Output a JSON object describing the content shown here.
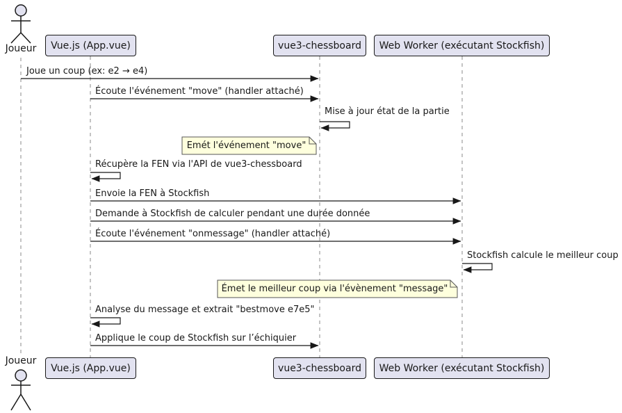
{
  "diagram": {
    "type": "sequence",
    "actor": {
      "label": "Joueur"
    },
    "participants": [
      {
        "label": "Vue.js (App.vue)"
      },
      {
        "label": "vue3-chessboard"
      },
      {
        "label": "Web Worker (exécutant Stockfish)"
      }
    ],
    "messages": [
      {
        "from": "Joueur",
        "to": "vue3-chessboard",
        "text": "Joue un coup (ex: e2 → e4)"
      },
      {
        "from": "Vue.js (App.vue)",
        "to": "vue3-chessboard",
        "text": "Écoute l'événement \"move\" (handler attaché)"
      },
      {
        "from": "vue3-chessboard",
        "to": "vue3-chessboard",
        "text": "Mise à jour état de la partie"
      },
      {
        "from": "Vue.js (App.vue)",
        "to": "Vue.js (App.vue)",
        "text": "Récupère la FEN via l'API de vue3-chessboard"
      },
      {
        "from": "Vue.js (App.vue)",
        "to": "Web Worker (exécutant Stockfish)",
        "text": "Envoie la FEN à Stockfish"
      },
      {
        "from": "Vue.js (App.vue)",
        "to": "Web Worker (exécutant Stockfish)",
        "text": "Demande à Stockfish de calculer pendant une durée donnée"
      },
      {
        "from": "Vue.js (App.vue)",
        "to": "Web Worker (exécutant Stockfish)",
        "text": "Écoute l'événement \"onmessage\" (handler attaché)"
      },
      {
        "from": "Web Worker (exécutant Stockfish)",
        "to": "Web Worker (exécutant Stockfish)",
        "text": "Stockfish calcule le meilleur coup"
      },
      {
        "from": "Vue.js (App.vue)",
        "to": "Vue.js (App.vue)",
        "text": "Analyse du message et extrait \"bestmove e7e5\""
      },
      {
        "from": "Vue.js (App.vue)",
        "to": "vue3-chessboard",
        "text": "Applique le coup de Stockfish sur l’échiquier"
      }
    ],
    "notes": [
      {
        "text": "Emét l'événement \"move\""
      },
      {
        "text": "Émet le meilleur coup via l'évènement \"message\""
      }
    ],
    "colors": {
      "participant_fill": "#E2E2F0",
      "participant_border": "#181818",
      "note_fill": "#FEFFDD",
      "note_border": "#555555",
      "lifeline": "#888888",
      "message_line": "#181818",
      "text": "#181818"
    }
  }
}
